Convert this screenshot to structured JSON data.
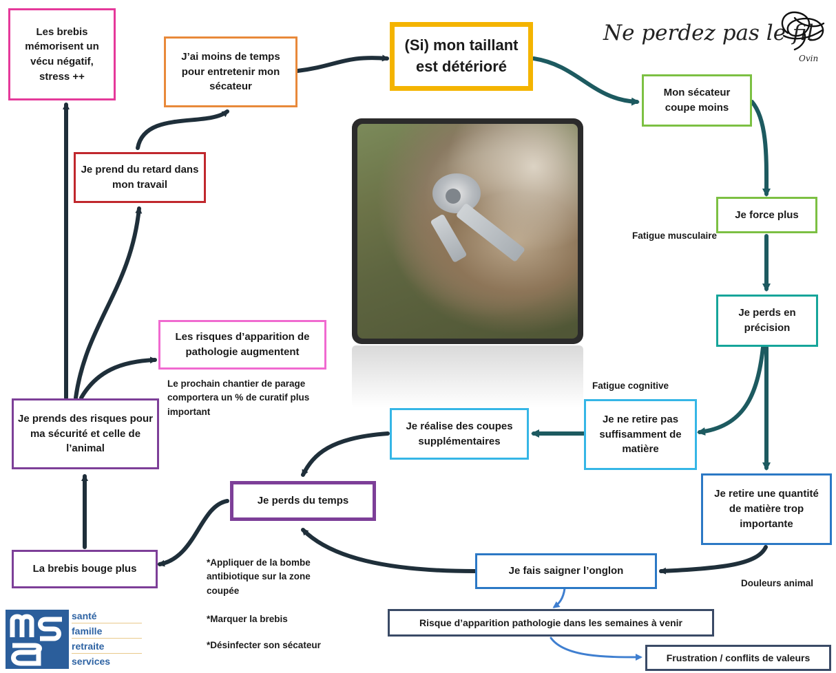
{
  "title": "Ne perdez pas le fil",
  "logo_sub": "Ovin",
  "boxes": {
    "brebis_memorisent": "Les brebis mémorisent un vécu négatif, stress ++",
    "moins_temps": "J’ai moins de temps pour entretenir mon sécateur",
    "taillant": "(Si) mon taillant est détérioré",
    "secateur_coupe": "Mon sécateur coupe moins",
    "retard": "Je prend du retard dans mon travail",
    "force_plus": "Je force plus",
    "perds_precision": "Je perds en précision",
    "risques_pathologie": "Les risques d’apparition de pathologie augmentent",
    "prends_risques": "Je prends des risques pour ma sécurité et celle de l’animal",
    "coupes_supp": "Je réalise des coupes supplémentaires",
    "ne_retire_pas": "Je ne retire pas suffisamment de matière",
    "perds_temps": "Je perds du temps",
    "retire_trop": "Je retire une quantité de matière trop importante",
    "brebis_bouge": "La brebis bouge plus",
    "saigner": "Je fais saigner l’onglon",
    "risque_semaines": "Risque d’apparition pathologie dans les semaines à venir",
    "frustration": "Frustration / conflits de valeurs"
  },
  "notes": {
    "fatigue_musculaire": "Fatigue musculaire",
    "fatigue_cognitive": "Fatigue cognitive",
    "douleurs": "Douleurs animal",
    "chantier": "Le prochain chantier de parage comportera un % de curatif plus important",
    "appliquer": "*Appliquer de la bombe antibiotique sur la zone coupée",
    "marquer": "*Marquer la brebis",
    "desinfecter": "*Désinfecter son sécateur"
  },
  "msa": {
    "letters": "msa",
    "words": [
      "santé",
      "famille",
      "retraite",
      "services"
    ]
  },
  "colors": {
    "arrow_dark": "#1f2f3a",
    "arrow_teal": "#1d5a60",
    "arrow_blue": "#3f7fd0",
    "pink": "#e5399a",
    "orange": "#e8893a",
    "gold": "#f4b400",
    "green": "#7cc043",
    "red": "#c0272d",
    "teal": "#16a59a",
    "magenta": "#f06ad0",
    "purple": "#7d3f98",
    "cyan": "#35b6e6",
    "blue": "#2b78c5",
    "navy": "#3a4a66",
    "msa_blue": "#2b5e9b"
  },
  "icons": {
    "logo_scribble": "ovin-scribble-logo",
    "photo": "hoof-trimming-photo"
  }
}
